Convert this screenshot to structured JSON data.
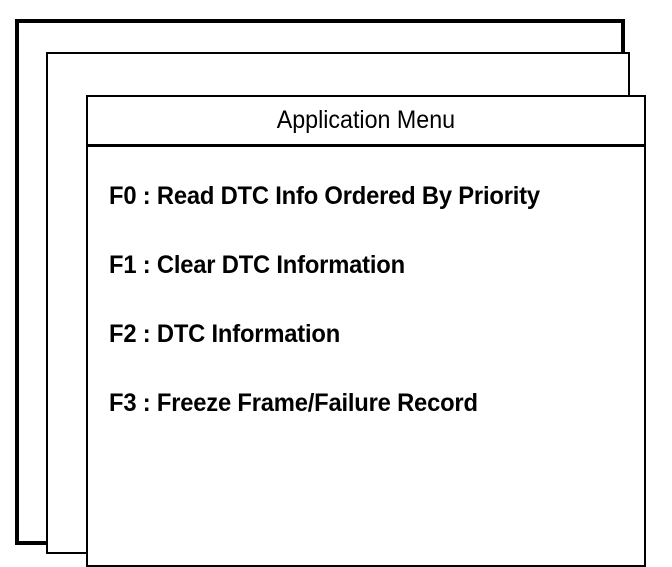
{
  "window": {
    "title": "Application Menu",
    "frame_style": "triple-nested-border",
    "background_color": "#ffffff",
    "foreground_color": "#000000"
  },
  "panel": {
    "title": "Application Menu"
  },
  "menu": {
    "items": [
      {
        "key": "F0",
        "separator": ":",
        "label": "Read DTC Info Ordered By Priority",
        "text": "F0 : Read DTC Info Ordered By Priority"
      },
      {
        "key": "F1",
        "separator": ":",
        "label": "Clear DTC Information",
        "text": "F1 : Clear DTC Information"
      },
      {
        "key": "F2",
        "separator": ":",
        "label": "DTC Information",
        "text": "F2 : DTC Information"
      },
      {
        "key": "F3",
        "separator": ":",
        "label": "Freeze Frame/Failure Record",
        "text": "F3 : Freeze Frame/Failure Record"
      }
    ]
  }
}
